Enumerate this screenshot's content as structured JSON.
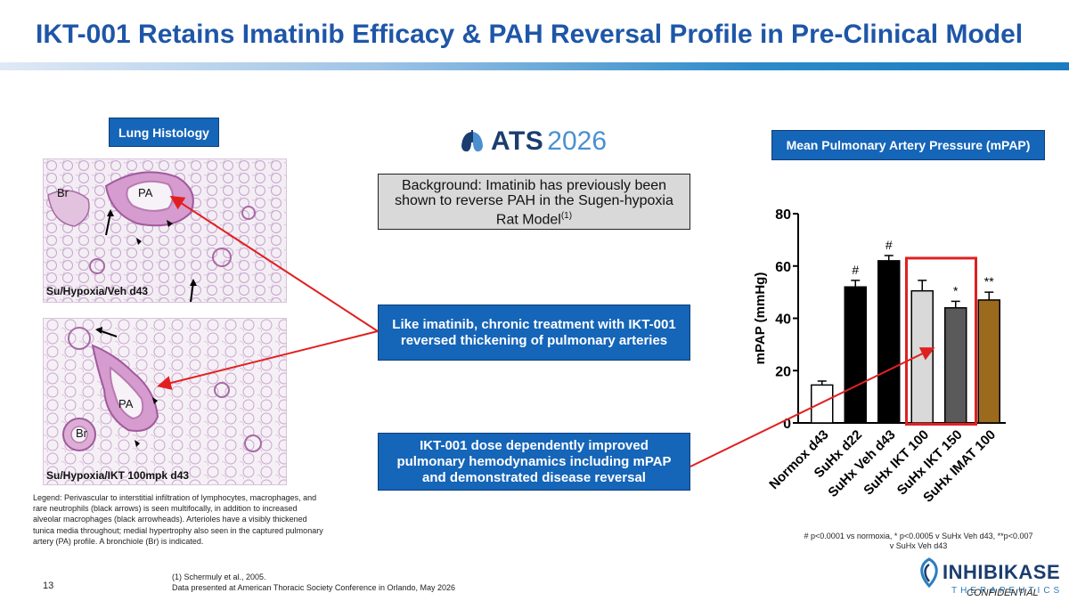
{
  "title": "IKT-001 Retains Imatinib Efficacy & PAH Reversal Profile in Pre-Clinical Model",
  "lung_histology_label": "Lung Histology",
  "conference_logo": {
    "org": "ATS",
    "year": "2026"
  },
  "background_box": {
    "text": "Background: Imatinib has previously been shown to reverse PAH in the Sugen-hypoxia Rat Model",
    "superscript": "(1)"
  },
  "callouts": [
    "Like imatinib, chronic treatment with IKT-001 reversed thickening of pulmonary arteries",
    "IKT-001 dose dependently improved pulmonary hemodynamics including mPAP and demonstrated disease reversal"
  ],
  "histology": {
    "panel_1": {
      "caption": "Su/Hypoxia/Veh d43",
      "tags": [
        "Br",
        "PA"
      ]
    },
    "panel_2": {
      "caption": "Su/Hypoxia/IKT 100mpk d43",
      "tags": [
        "PA",
        "Br"
      ]
    },
    "legend": "Legend: Perivascular to interstitial infiltration of lymphocytes, macrophages, and rare neutrophils (black arrows) is seen multifocally, in addition to increased alveolar macrophages (black arrowheads). Arterioles have a visibly thickened tunica media throughout; medial hypertrophy also seen in the captured pulmonary artery (PA) profile. A bronchiole (Br) is indicated."
  },
  "mpap_header": "Mean Pulmonary Artery Pressure (mPAP)",
  "stats_note": "# p<0.0001 vs normoxia, * p<0.0005 v SuHx Veh d43, **p<0.007 v SuHx Veh d43",
  "footnote": {
    "line1": "(1) Schermuly et al., 2005.",
    "line2": "Data presented at American Thoracic Society Conference in Orlando, May 2026"
  },
  "page_number": "13",
  "company": {
    "name": "INHIBIKASE",
    "sub": "THERAPEUTICS"
  },
  "confidential": "CONFIDENTIAL",
  "colors": {
    "title": "#1e56a8",
    "callout_bg": "#1565b8",
    "highlight_box": "#e02020",
    "arrow": "#e02020"
  },
  "chart_data": {
    "type": "bar",
    "ylabel": "mPAP (mmHg)",
    "ylim": [
      0,
      80
    ],
    "yticks": [
      0,
      20,
      40,
      60,
      80
    ],
    "categories": [
      "Normox d43",
      "SuHx d22",
      "SuHx Veh d43",
      "SuHx IKT 100",
      "SuHx IKT 150",
      "SuHx IMAT 100"
    ],
    "values": [
      14.5,
      52,
      62,
      50.5,
      44,
      47
    ],
    "errors": [
      1.5,
      2.5,
      2.0,
      4.0,
      2.5,
      3.0
    ],
    "colors": [
      "#ffffff",
      "#000000",
      "#000000",
      "#d9d9d9",
      "#5a5a5a",
      "#9c6a1c"
    ],
    "significance": [
      "",
      "#",
      "#",
      "",
      "*",
      "**"
    ],
    "highlighted_categories": [
      "SuHx IKT 100",
      "SuHx IKT 150"
    ],
    "grid": false
  }
}
